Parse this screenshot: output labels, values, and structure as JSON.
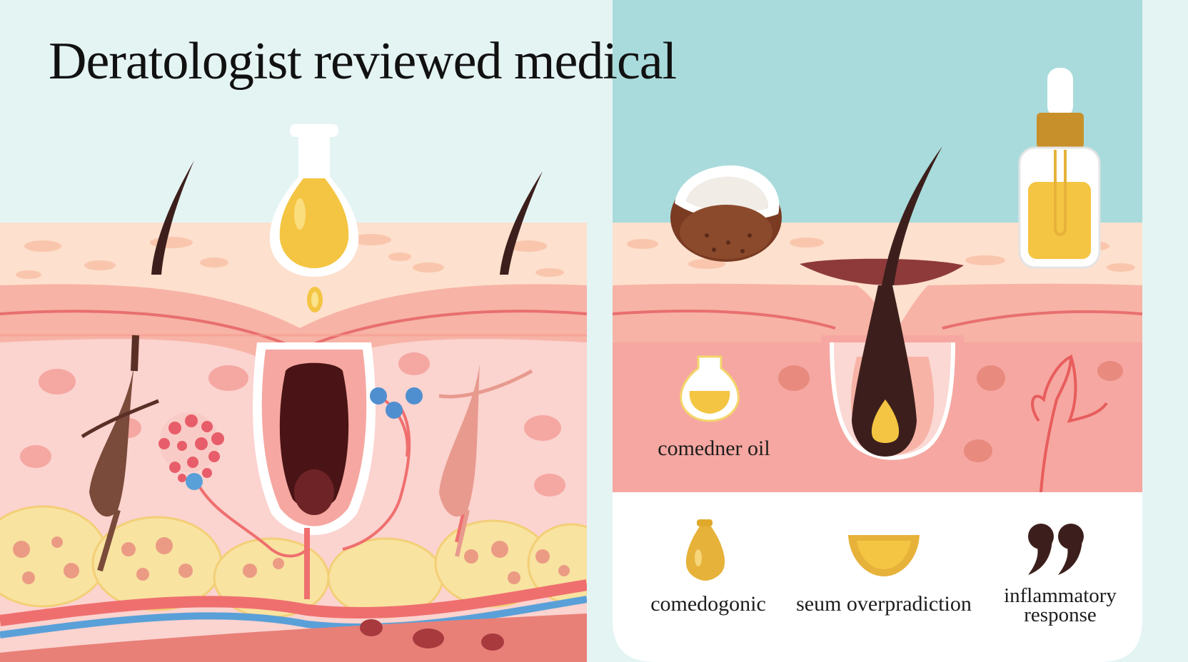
{
  "title": "Deratologist reviewed medical",
  "right_panel": {
    "oil_label": "comedner oil"
  },
  "legend": [
    {
      "label": "comedogonic",
      "icon": "oil-drop-icon"
    },
    {
      "label": "seum overpradiction",
      "icon": "sebum-bowl-icon"
    },
    {
      "label": "inflammatory response",
      "icon": "quote-marks-icon"
    }
  ],
  "colors": {
    "background": "#e4f4f3",
    "sky": "#a9dbdc",
    "epidermis": "#fbd8c2",
    "dermis": "#f6a7a1",
    "fat": "#f8e3a0",
    "hair": "#3c1f1c",
    "oil": "#f4c542",
    "vessel_red": "#e85d5d",
    "vessel_blue": "#5aa0d8"
  }
}
